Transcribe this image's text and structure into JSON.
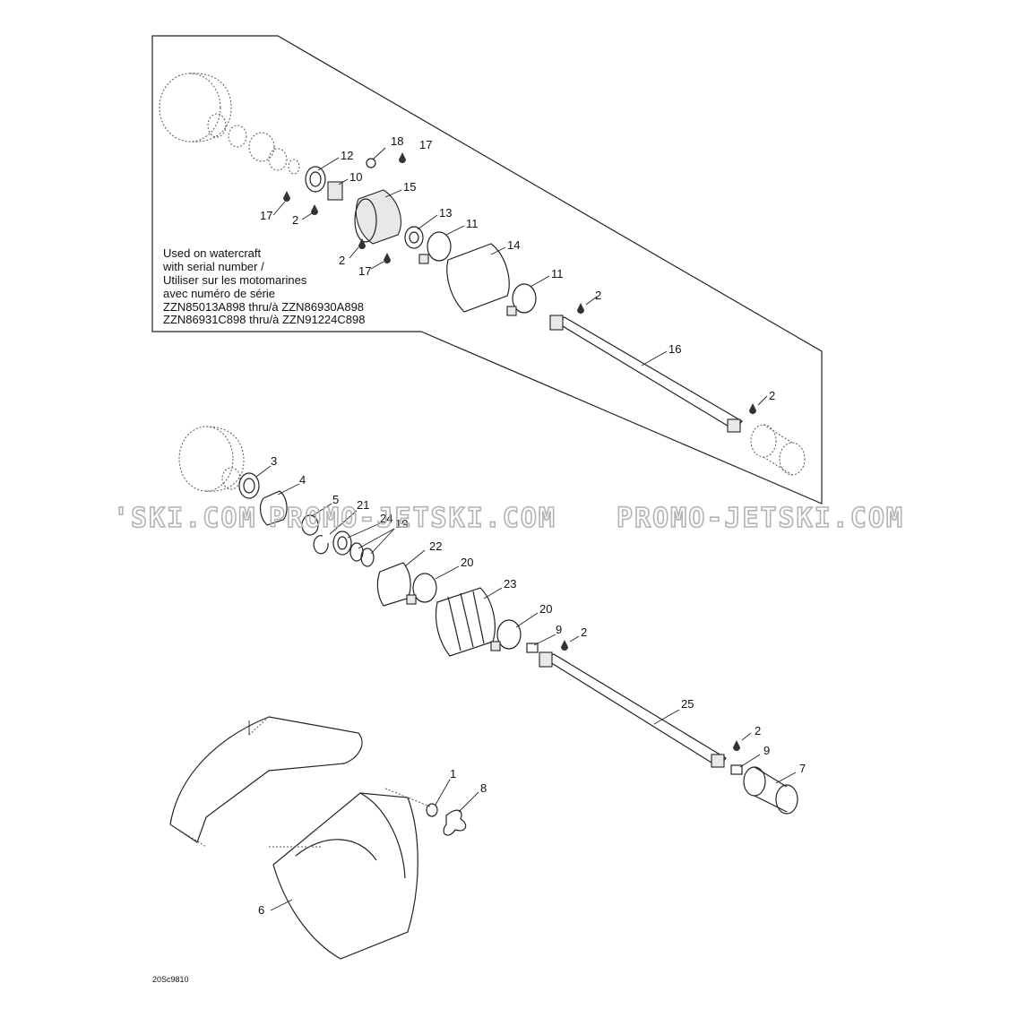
{
  "note_box": {
    "lines": [
      "Used on watercraft",
      "with serial number /",
      "Utiliser sur les motomarines",
      "avec numéro de série",
      "ZZN85013A898 thru/à ZZN86930A898",
      "ZZN86931C898 thru/à ZZN91224C898"
    ]
  },
  "watermark": {
    "left": "'SKI.COM",
    "center": "PROMO-JETSKI.COM",
    "right": "PROMO-JETSKI.COM"
  },
  "drawing_code": "20Sc9810",
  "callouts": {
    "upper": [
      "18",
      "17",
      "12",
      "10",
      "15",
      "17",
      "2",
      "13",
      "11",
      "14",
      "2",
      "17",
      "11",
      "2",
      "16",
      "2"
    ],
    "lower": [
      "3",
      "4",
      "5",
      "21",
      "24",
      "19",
      "22",
      "20",
      "23",
      "20",
      "9",
      "2",
      "25",
      "2",
      "9",
      "7",
      "1",
      "8",
      "6"
    ]
  }
}
